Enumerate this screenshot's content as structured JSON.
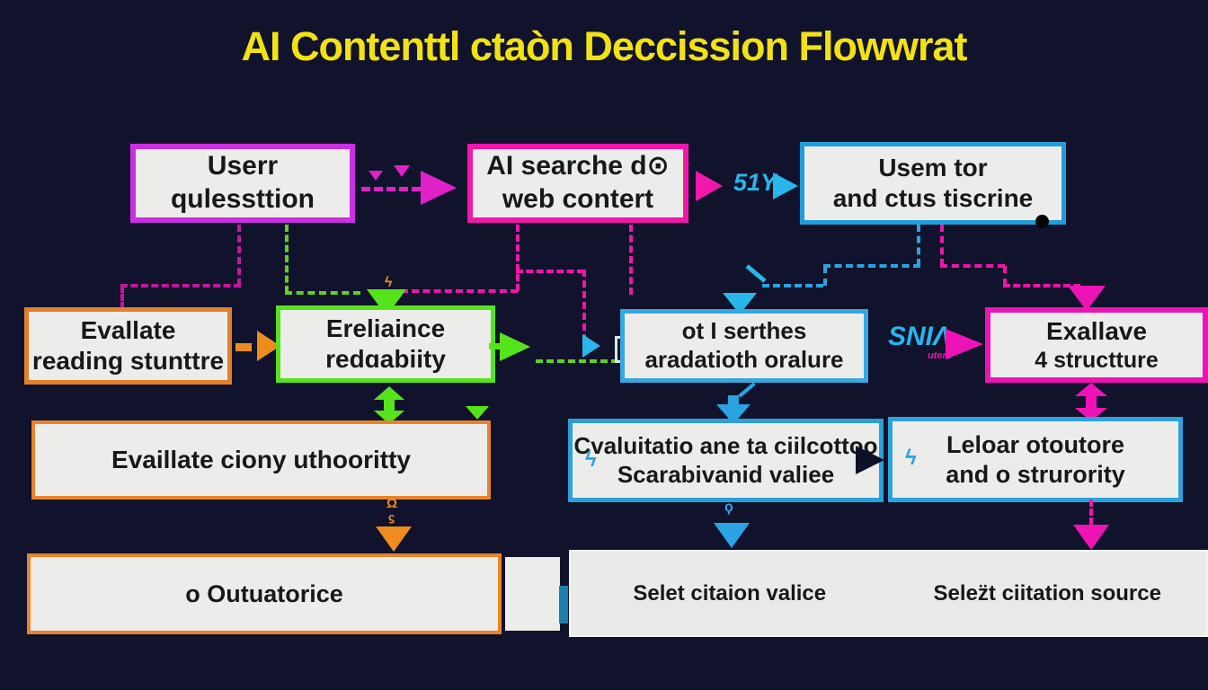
{
  "title": "AI Contenttl ctaòn Deccission Flowwrat",
  "colors": {
    "background": "#11132c",
    "title_yellow": "#f2e115",
    "box_fill": "#ecedeb",
    "magenta_purple": "#cb2fe3",
    "pink": "#f316ab",
    "blue": "#2fa6e0",
    "green": "#55e41c",
    "orange": "#e8832a",
    "magenta": "#ee13b6",
    "text": "#17181a"
  },
  "boxes": {
    "user_question": {
      "line1": "Userr",
      "line2": "qulessttion"
    },
    "ai_search": {
      "line1": "AI searche d⊙",
      "line2": "web contert"
    },
    "usem_tor": {
      "line1": "Usem tor",
      "line2": "and ctus tiscrine"
    },
    "evaluate_reading": {
      "line1": "Evallate",
      "line2": "reading stunttre"
    },
    "reliance_readability": {
      "line1": "Ereliaince",
      "line2": "redɑabiity"
    },
    "serthes": {
      "line1": "ot I serthes",
      "line2": "aradatioth oralure"
    },
    "evaluate_structure": {
      "line1": "Exallave",
      "line2": "4 structture"
    },
    "evaluate_authority": {
      "line1": "Evaillate ciony uthooritty"
    },
    "evaluation_value": {
      "icon": "ϟ",
      "line1": "Cvaluitatio ane ta ciilcottoo",
      "line2": "Scarabivanid valiee"
    },
    "explore_structure": {
      "icon": "ϟ",
      "line1": "Leloar otoutore",
      "line2": "and o strurority"
    },
    "outuatorice": {
      "line1": "o Outuatorice"
    },
    "select_citation": {
      "left": "Selet citaion valice",
      "right": "Selez̈t ciitation source"
    }
  },
  "glyphs": {
    "b_to_c": "51Y",
    "snia": "SNIΛ",
    "snia_sub": "utere",
    "omega": "Ω",
    "stigma": "ϛ",
    "koppa": "ϙ",
    "spark": "ϟ"
  }
}
